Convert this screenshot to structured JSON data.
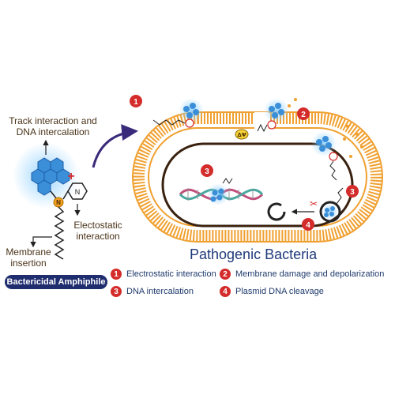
{
  "left_panel": {
    "track_label": "Track interaction and\nDNA intercalation",
    "electrostatic_label": "Electostatic\ninteraction",
    "membrane_label": "Membrane\ninsertion",
    "nitrogen_label": "N",
    "pyridinium_label": "N",
    "plus_sign": "+",
    "amphiphile_pill": "Bactericidal Amphiphile"
  },
  "cell": {
    "title": "Pathogenic Bacteria",
    "delta_psi_label": "ΔΨ",
    "step_badges": [
      "1",
      "2",
      "3",
      "3",
      "4"
    ]
  },
  "legend": {
    "items": [
      {
        "num": "1",
        "text": "Electrostatic interaction"
      },
      {
        "num": "2",
        "text": "Membrane damage and  depolarization"
      },
      {
        "num": "3",
        "text": "DNA intercalation"
      },
      {
        "num": "4",
        "text": "Plasmid DNA cleavage"
      }
    ]
  },
  "colors": {
    "badge_red": "#d42b2b",
    "membrane_orange": "#f0a030",
    "pill_navy": "#1f2d6e",
    "fluorophore_blue": "#3a8fd8",
    "arrow_purple": "#3a2a7a"
  }
}
